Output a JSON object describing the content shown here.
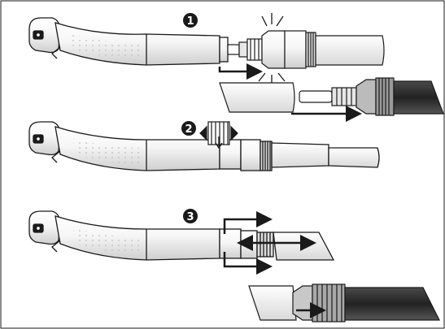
{
  "steps": [
    {
      "number": "1"
    },
    {
      "number": "2"
    },
    {
      "number": "3"
    }
  ],
  "colors": {
    "outline": "#1a1a1a",
    "body_light": "#f4f4f4",
    "body_shade": "#d8d8d8",
    "hose_dark": "#2b2b2b",
    "background": "#ffffff"
  }
}
